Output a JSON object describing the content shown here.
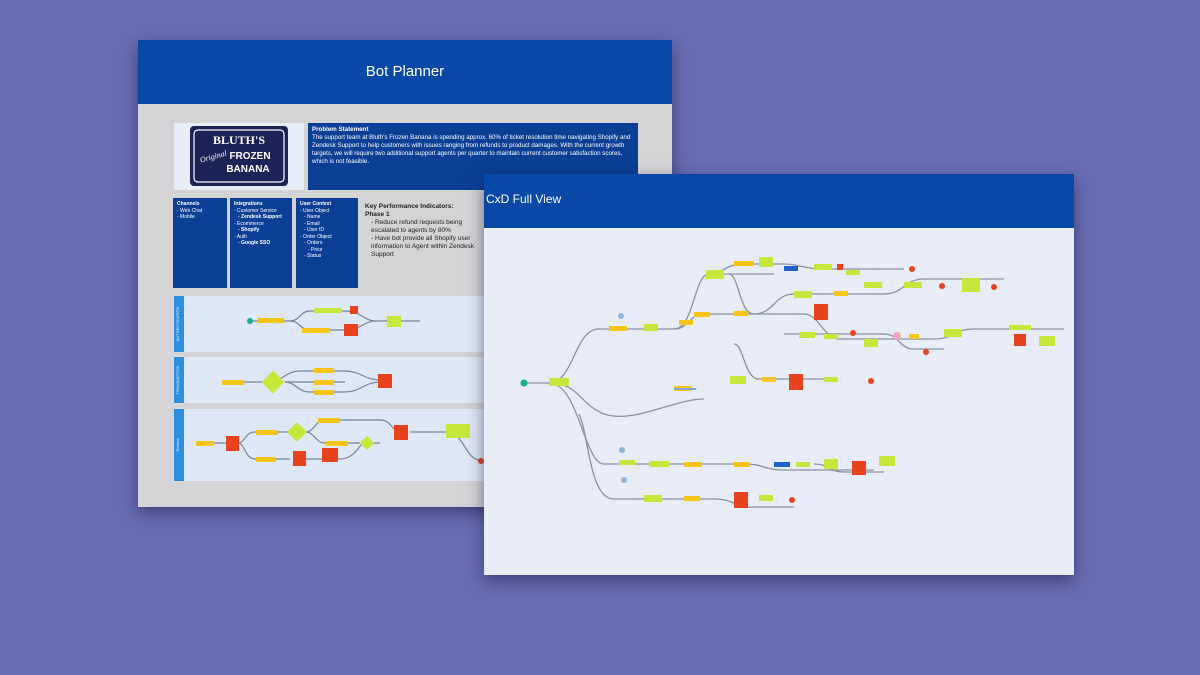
{
  "planner": {
    "title": "Bot Planner",
    "logo": {
      "line1": "BLUTH'S",
      "line2": "Original",
      "line3": "FROZEN",
      "line4": "BANANA"
    },
    "problem": {
      "heading": "Problem Statement",
      "body": "The support team at Bluth's Frozen Banana is spending approx. 60% of ticket resolution time navigating Shopify and Zendesk Support to help customers with issues ranging from refunds to product damages. With the current growth targets, we will require two additional support agents per quarter to maintain current customer satisfaction scores, which is not feasible."
    },
    "channels": {
      "heading": "Channels",
      "items": [
        "- Web Chat",
        "- Mobile"
      ]
    },
    "integrations": {
      "heading": "Integrations",
      "items": [
        "- Customer Service",
        "- Zendesk Support",
        "- Ecommerce",
        "- Shopify",
        "- Auth",
        "- Google SSO"
      ]
    },
    "user_context": {
      "heading": "User Context",
      "items": [
        "- User Object",
        "- Name",
        "- Email",
        "- User ID",
        "- Order Object",
        "- Orders",
        "- Price",
        "- Status"
      ]
    },
    "kpi": {
      "heading": "Key Performance Indicators:",
      "phase": "Phase 1",
      "items": [
        "- Reduce refund requests being escalated to agents by 80%",
        "- Have bot provide all Shopify user information to Agent within Zendesk Support"
      ]
    },
    "lanes": [
      "AUTHENTICATION",
      "TRANSACTION",
      "Refund"
    ]
  },
  "cxd": {
    "title": "CxD Full View"
  },
  "colors": {
    "background": "#6a6fb5",
    "header": "#0849a8",
    "panel": "#0b3f95",
    "node_yellow": "#f5c518",
    "node_green": "#c6e83a",
    "node_red": "#e8421f"
  }
}
